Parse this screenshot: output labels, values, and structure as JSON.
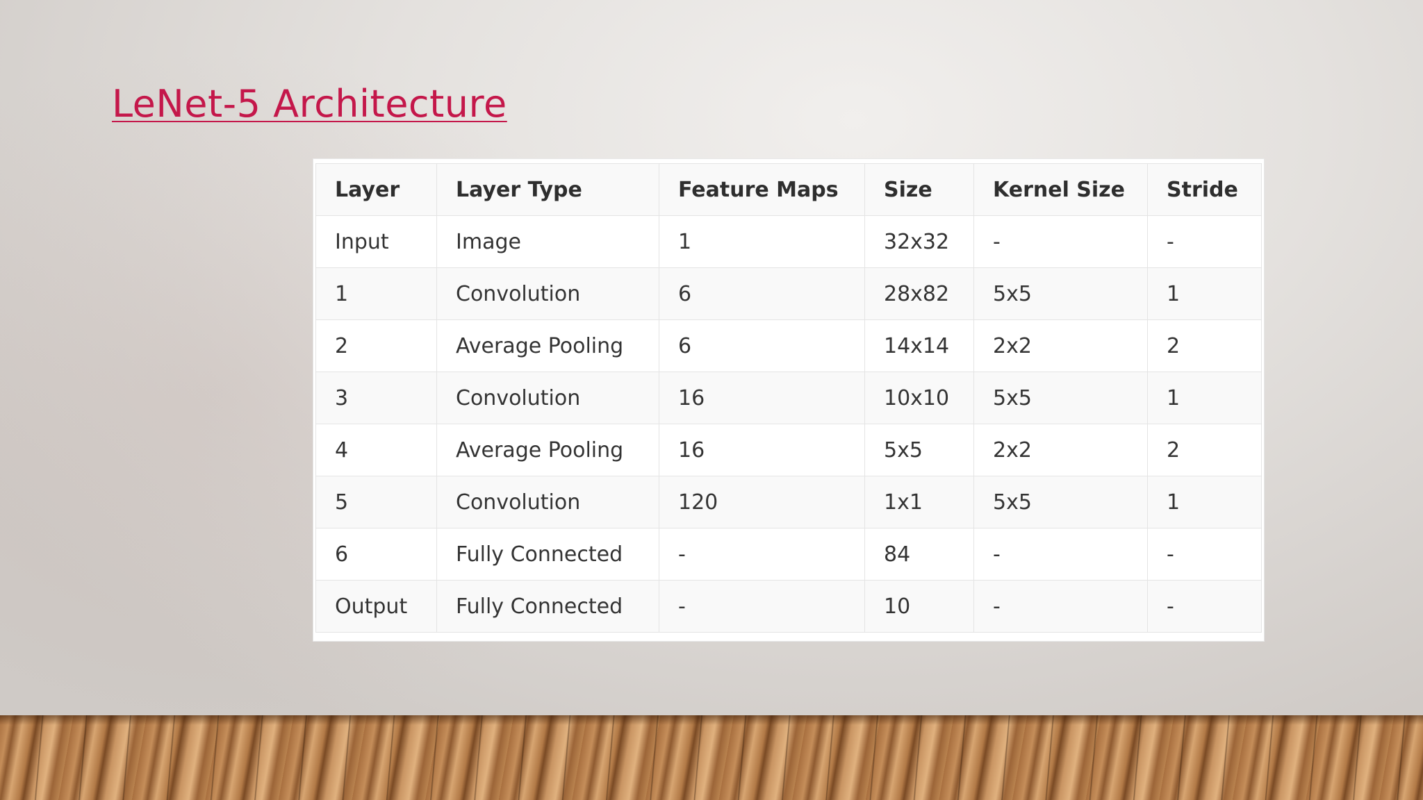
{
  "slide": {
    "title": "LeNet-5 Architecture"
  },
  "table": {
    "headers": [
      "Layer",
      "Layer Type",
      "Feature Maps",
      "Size",
      "Kernel Size",
      "Stride"
    ],
    "rows": [
      [
        "Input",
        "Image",
        "1",
        "32x32",
        "-",
        "-"
      ],
      [
        "1",
        "Convolution",
        "6",
        "28x82",
        "5x5",
        "1"
      ],
      [
        "2",
        "Average Pooling",
        "6",
        "14x14",
        "2x2",
        "2"
      ],
      [
        "3",
        "Convolution",
        "16",
        "10x10",
        "5x5",
        "1"
      ],
      [
        "4",
        "Average Pooling",
        "16",
        "5x5",
        "2x2",
        "2"
      ],
      [
        "5",
        "Convolution",
        "120",
        "1x1",
        "5x5",
        "1"
      ],
      [
        "6",
        "Fully Connected",
        "-",
        "84",
        "-",
        "-"
      ],
      [
        "Output",
        "Fully Connected",
        "-",
        "10",
        "-",
        "-"
      ]
    ]
  },
  "colors": {
    "title": "#c4174a",
    "text": "#333333",
    "border": "#e4e4e4"
  }
}
